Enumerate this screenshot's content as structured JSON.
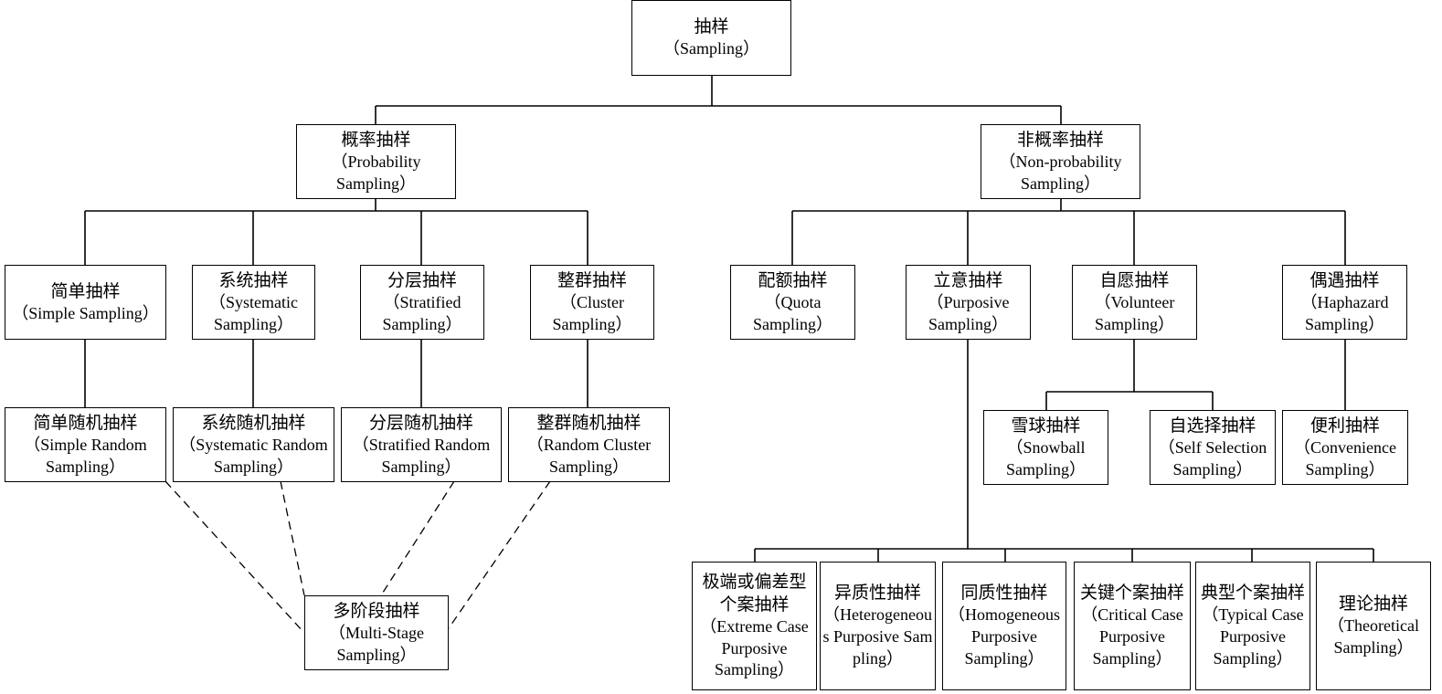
{
  "nodes": {
    "root": {
      "zh": "抽样",
      "en": "（Sampling）"
    },
    "prob": {
      "zh": "概率抽样",
      "en": "（Probability Sampling）"
    },
    "nonprob": {
      "zh": "非概率抽样",
      "en": "（Non-probability Sampling）"
    },
    "simple": {
      "zh": "简单抽样",
      "en": "（Simple Sampling）"
    },
    "systematic": {
      "zh": "系统抽样",
      "en": "（Systematic Sampling）"
    },
    "stratified": {
      "zh": "分层抽样",
      "en": "（Stratified Sampling）"
    },
    "cluster": {
      "zh": "整群抽样",
      "en": "（Cluster Sampling）"
    },
    "simple_random": {
      "zh": "简单随机抽样",
      "en": "（Simple Random Sampling）"
    },
    "systematic_random": {
      "zh": "系统随机抽样",
      "en": "（Systematic Random Sampling）"
    },
    "stratified_random": {
      "zh": "分层随机抽样",
      "en": "（Stratified Random Sampling）"
    },
    "cluster_random": {
      "zh": "整群随机抽样",
      "en": "（Random Cluster Sampling）"
    },
    "multistage": {
      "zh": "多阶段抽样",
      "en": "（Multi-Stage Sampling）"
    },
    "quota": {
      "zh": "配额抽样",
      "en": "（Quota Sampling）"
    },
    "purposive": {
      "zh": "立意抽样",
      "en": "（Purposive Sampling）"
    },
    "volunteer": {
      "zh": "自愿抽样",
      "en": "（Volunteer Sampling）"
    },
    "haphazard": {
      "zh": "偶遇抽样",
      "en": "（Haphazard Sampling）"
    },
    "snowball": {
      "zh": "雪球抽样",
      "en": "（Snowball Sampling）"
    },
    "self_selection": {
      "zh": "自选择抽样",
      "en": "（Self Selection Sampling）"
    },
    "convenience": {
      "zh": "便利抽样",
      "en": "（Convenience Sampling）"
    },
    "extreme": {
      "zh": "极端或偏差型个案抽样",
      "en": "（Extreme Case Purposive Sampling）"
    },
    "heterogeneous": {
      "zh": "异质性抽样",
      "en": "（Heterogeneous Purposive Sampling）"
    },
    "homogeneous": {
      "zh": "同质性抽样",
      "en": "（Homogeneous Purposive Sampling）"
    },
    "critical": {
      "zh": "关键个案抽样",
      "en": "（Critical Case Purposive Sampling）"
    },
    "typical": {
      "zh": "典型个案抽样",
      "en": "（Typical Case Purposive Sampling）"
    },
    "theoretical": {
      "zh": "理论抽样",
      "en": "（Theoretical Sampling）"
    }
  },
  "colors": {
    "line": "#000000",
    "box_border": "#000000",
    "background": "#ffffff"
  }
}
